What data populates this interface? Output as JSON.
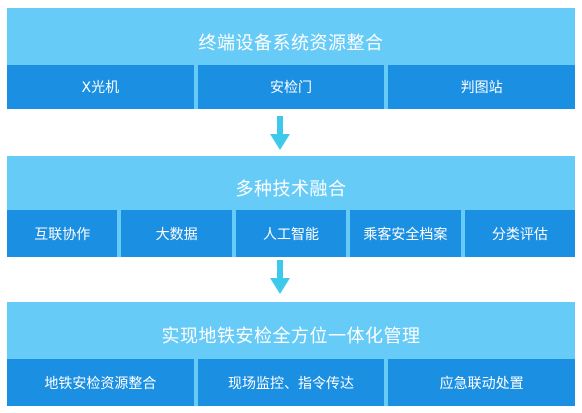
{
  "layers": [
    {
      "title": "终端设备系统资源整合",
      "items": [
        "X光机",
        "安检门",
        "判图站"
      ]
    },
    {
      "title": "多种技术融合",
      "items": [
        "互联协作",
        "大数据",
        "人工智能",
        "乘客安全档案",
        "分类评估"
      ]
    },
    {
      "title": "实现地铁安检全方位一体化管理",
      "items": [
        "地铁安检资源整合",
        "现场监控、指令传达",
        "应急联动处置"
      ]
    }
  ],
  "colors": {
    "band": "#66cbf7",
    "box": "#1b8fe2",
    "arrow": "#3ec8ea",
    "text": "#ffffff"
  }
}
